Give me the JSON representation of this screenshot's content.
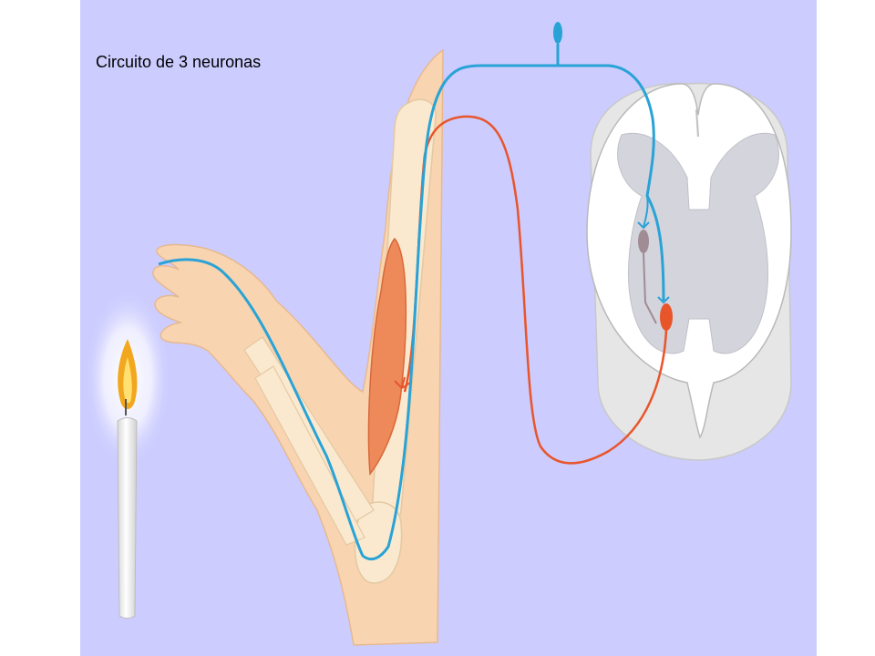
{
  "slide": {
    "title": "Circuito de 3 neuronas",
    "background_color": "#ccccff"
  },
  "diagram": {
    "elements": [
      "candle",
      "arm",
      "biceps-muscle",
      "sensory-neuron",
      "interneuron",
      "motor-neuron",
      "spinal-cord-section"
    ],
    "colors": {
      "sensory_neuron": "#29a3d6",
      "motor_neuron": "#e8552b",
      "interneuron": "#a08c94",
      "skin": "#f8d4b0",
      "bone": "#fbe9cf",
      "muscle": "#ee8a5a",
      "gray_matter": "#d4d4dc",
      "white_matter": "#ffffff",
      "candle": "#f4f4f4",
      "flame": "#f4b830"
    }
  }
}
